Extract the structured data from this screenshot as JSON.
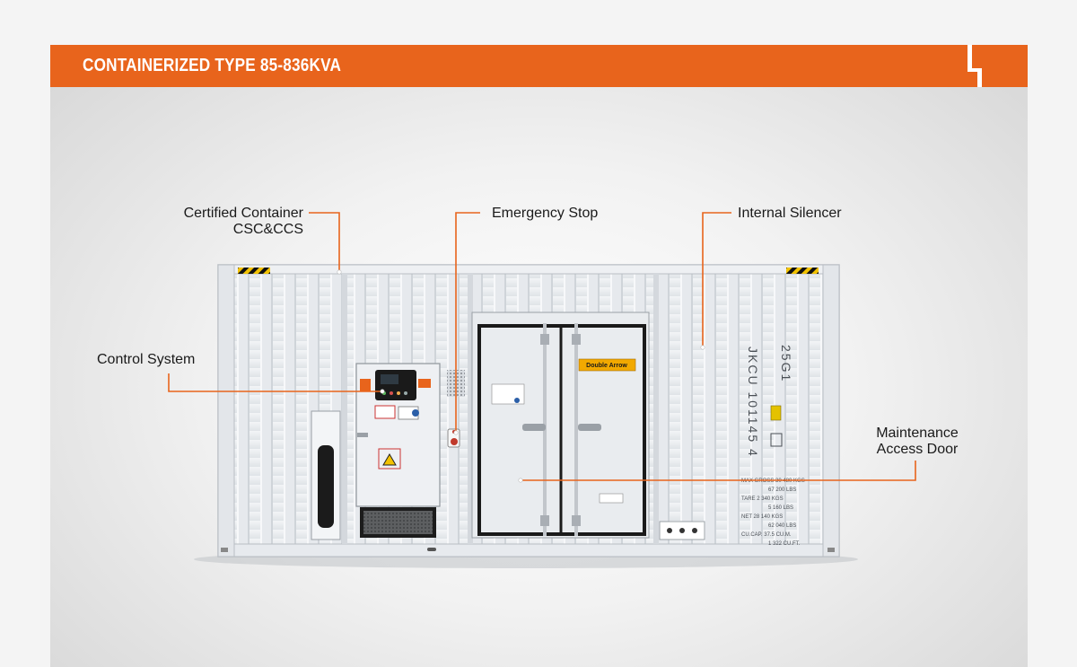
{
  "header": {
    "title": "CONTAINERIZED TYPE 85-836KVA"
  },
  "colors": {
    "accent": "#e8641c",
    "container_body": "#e9ecef",
    "container_shadow": "#c9ced3",
    "leader_line": "#e8641c"
  },
  "callouts": {
    "certified_container_line1": "Certified Container",
    "certified_container_line2": "CSC&CCS",
    "emergency_stop": "Emergency Stop",
    "internal_silencer": "Internal Silencer",
    "control_system": "Control System",
    "maintenance_line1": "Maintenance",
    "maintenance_line2": "Access Door"
  },
  "container_markings": {
    "id_vertical": "JKCU 101145 4",
    "type_vertical": "25G1",
    "brand": "Double Arrow",
    "weights": [
      "MAX GROSS  30 480 KGS",
      "67 200 LBS",
      "TARE  2 340 KGS",
      "5 160 LBS",
      "NET  28 140 KGS",
      "62 040 LBS",
      "CU.CAP.  37.5 CU.M.",
      "1 322 CU.FT."
    ]
  },
  "icons": [
    "brand-logo-icon",
    "warning-triangle-icon",
    "emergency-stop-button-icon",
    "door-handle-icon"
  ]
}
